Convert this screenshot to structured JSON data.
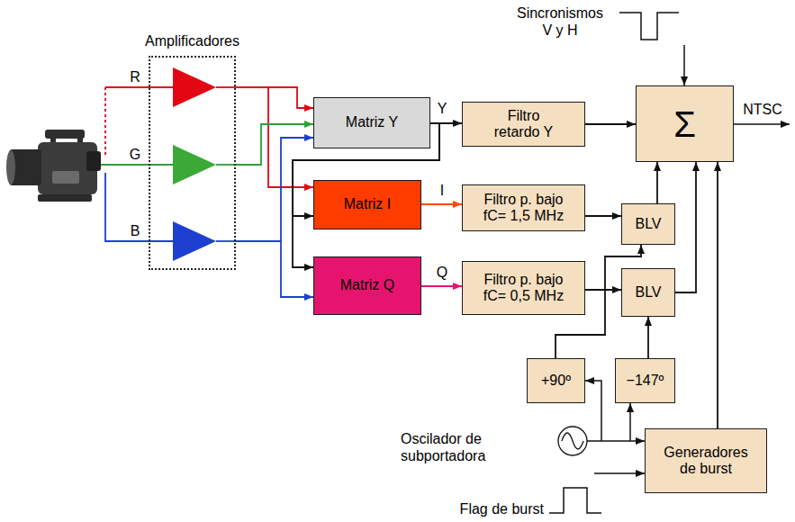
{
  "diagram": {
    "nodes": [
      {
        "text": [
          "Amplificadores"
        ]
      },
      {
        "text": [
          "Matriz Y"
        ]
      },
      {
        "text": [
          "Filtro retardo Y"
        ]
      },
      {
        "text": [
          "Σ"
        ]
      },
      {
        "text": [
          "Matriz I"
        ]
      },
      {
        "text": [
          "Filtro p. bajo fC= 1,5 MHz"
        ]
      },
      {
        "text": [
          "BLV"
        ]
      },
      {
        "text": [
          "Matriz Q"
        ]
      },
      {
        "text": [
          "Filtro p. bajo fC= 0,5 MHz"
        ]
      },
      {
        "text": [
          "BLV"
        ]
      },
      {
        "text": [
          "+90º"
        ]
      },
      {
        "text": [
          "−147º"
        ]
      },
      {
        "text": [
          "Generadores de burst"
        ]
      }
    ],
    "edges": [
      {
        "from": 0,
        "to": 1,
        "arrow": "to"
      },
      {
        "from": 0,
        "to": 4,
        "arrow": "to"
      },
      {
        "from": 0,
        "to": 1,
        "arrow": "to"
      },
      {
        "from": 0,
        "to": 1,
        "arrow": "to"
      },
      {
        "from": 0,
        "to": 7,
        "arrow": "to"
      },
      {
        "from": 1,
        "to": 2,
        "label": "Y",
        "arrow": "to"
      },
      {
        "from": 1,
        "to": 4,
        "arrow": "to"
      },
      {
        "from": 1,
        "to": 7,
        "arrow": "to"
      },
      {
        "from": 4,
        "to": 5,
        "label": "I",
        "arrow": "to"
      },
      {
        "from": 7,
        "to": 8,
        "label": "Q",
        "arrow": "to"
      },
      {
        "from": 2,
        "to": 3,
        "arrow": "to"
      },
      {
        "from": 5,
        "to": 6,
        "arrow": "to"
      },
      {
        "from": 8,
        "to": 9,
        "arrow": "to"
      },
      {
        "from": 10,
        "to": 6,
        "arrow": "to"
      },
      {
        "from": 11,
        "to": 9,
        "arrow": "to"
      },
      {
        "from": 6,
        "to": 3,
        "arrow": "to"
      },
      {
        "from": 9,
        "to": 3,
        "arrow": "to"
      },
      {
        "from": 12,
        "to": 3,
        "arrow": "to"
      }
    ],
    "labels": [
      "Sincronismos V y H",
      "R",
      "G",
      "B",
      "NTSC",
      "Oscilador de subportadora",
      "Flag de burst"
    ]
  }
}
